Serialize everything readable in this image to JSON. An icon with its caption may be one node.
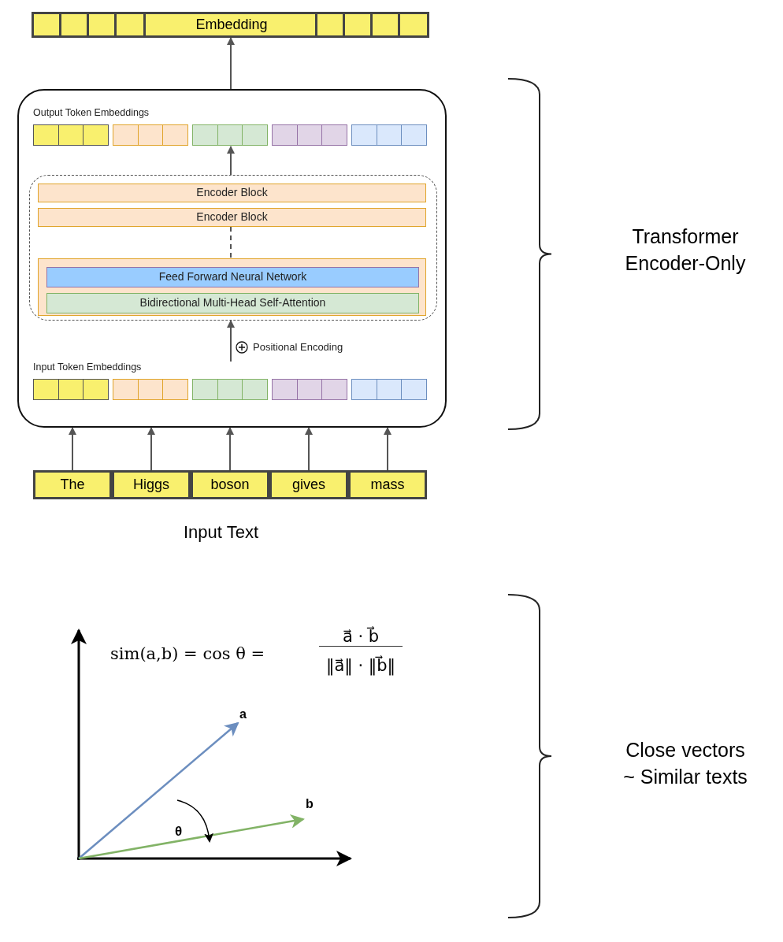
{
  "diagram": {
    "nodes": [
      {
        "text": [
          "Embedding"
        ]
      },
      {
        "text": [],
        "shape": "box"
      },
      {
        "text": [
          "Output Token Embeddings"
        ],
        "in": 1
      },
      {
        "text": [],
        "shape": "box",
        "in": 1
      },
      {
        "text": [
          "Encoder Block"
        ],
        "in": 3
      },
      {
        "text": [
          "Encoder Block"
        ],
        "in": 3
      },
      {
        "text": [],
        "shape": "box",
        "in": 3
      },
      {
        "text": [
          "Feed Forward Neural Network"
        ],
        "in": 6
      },
      {
        "text": [
          "Bidirectional Multi-Head Self-Attention"
        ],
        "in": 6
      },
      {
        "text": [
          "Input Token Embeddings"
        ],
        "in": 1
      },
      {
        "text": [
          "The"
        ]
      },
      {
        "text": [
          "Higgs"
        ]
      },
      {
        "text": [
          "boson"
        ]
      },
      {
        "text": [
          "gives"
        ]
      },
      {
        "text": [
          "mass"
        ]
      }
    ],
    "edges": [
      {
        "from": 1,
        "to": 0,
        "arrow": "to"
      },
      {
        "from": 3,
        "to": 2,
        "arrow": "to"
      },
      {
        "from": 5,
        "to": 6,
        "arrow": "none",
        "style": "dashed"
      },
      {
        "from": 9,
        "to": 3,
        "arrow": "to",
        "label": "Positional Encoding"
      },
      {
        "from": 10,
        "to": 1,
        "arrow": "to"
      },
      {
        "from": 11,
        "to": 1,
        "arrow": "to"
      },
      {
        "from": 12,
        "to": 1,
        "arrow": "to"
      },
      {
        "from": 13,
        "to": 1,
        "arrow": "to"
      },
      {
        "from": 14,
        "to": 1,
        "arrow": "to"
      }
    ],
    "labels": [
      "Transformer Encoder-Only",
      "Input Text",
      "sim(a,b) = cos θ =",
      "a⃗ · b⃗",
      "‖a⃗‖ · ‖b⃗‖",
      "a",
      "Close vectors ~ Similar texts",
      "b",
      "θ"
    ]
  }
}
